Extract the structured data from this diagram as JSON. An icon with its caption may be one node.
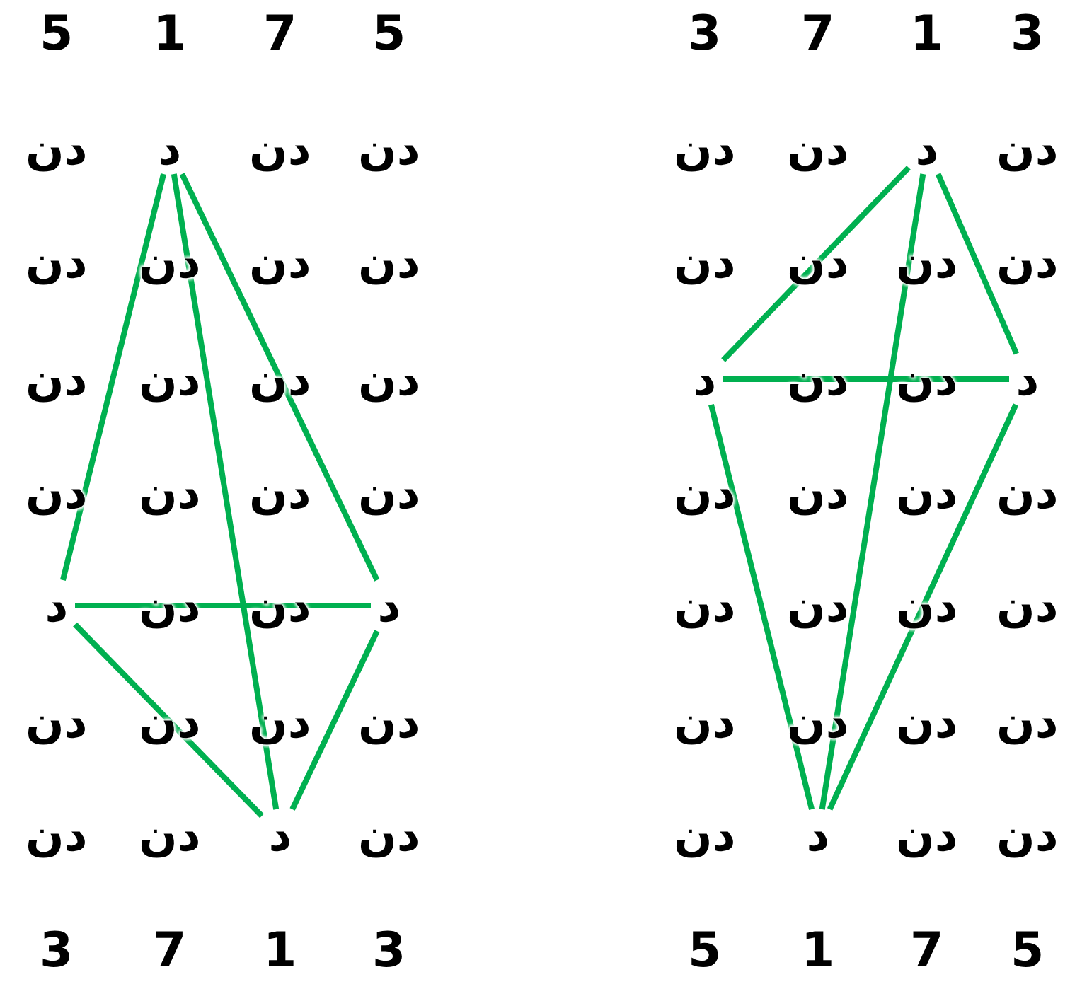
{
  "diagram": {
    "nodes": [
      {
        "text": [
          "د"
        ]
      },
      {
        "text": [
          "د"
        ]
      },
      {
        "text": [
          "د"
        ]
      },
      {
        "text": [
          "د"
        ]
      },
      {
        "text": [
          "د"
        ]
      },
      {
        "text": [
          "د"
        ]
      },
      {
        "text": [
          "د"
        ]
      },
      {
        "text": [
          "د"
        ]
      }
    ],
    "edges": [
      {
        "from": 0,
        "to": 4,
        "arrow": "none"
      },
      {
        "from": 0,
        "to": 5,
        "arrow": "none"
      },
      {
        "from": 0,
        "to": 6,
        "arrow": "none"
      },
      {
        "from": 4,
        "to": 5,
        "arrow": "none"
      },
      {
        "from": 4,
        "to": 6,
        "arrow": "none"
      },
      {
        "from": 5,
        "to": 6,
        "arrow": "none"
      },
      {
        "from": 1,
        "to": 2,
        "arrow": "none"
      },
      {
        "from": 1,
        "to": 3,
        "arrow": "none"
      },
      {
        "from": 1,
        "to": 7,
        "arrow": "none"
      },
      {
        "from": 2,
        "to": 3,
        "arrow": "none"
      },
      {
        "from": 2,
        "to": 7,
        "arrow": "none"
      },
      {
        "from": 3,
        "to": 7,
        "arrow": "none"
      }
    ],
    "labels": [
      "5",
      "1",
      "7",
      "5",
      "3",
      "7",
      "1",
      "3",
      "دن",
      "دن",
      "دن",
      "دن",
      "دن",
      "دن",
      "دن",
      "دن",
      "دن",
      "دن",
      "دن",
      "دن",
      "دن",
      "دن",
      "دن",
      "دن",
      "دن",
      "دن",
      "دن",
      "دن",
      "دن",
      "دن",
      "دن",
      "دن",
      "دن",
      "دن",
      "دن",
      "دن",
      "دن",
      "دن",
      "دن",
      "دن",
      "دن",
      "دن",
      "دن",
      "دن",
      "دن",
      "دن",
      "دن",
      "دن",
      "دن",
      "دن",
      "دن",
      "دن",
      "دن",
      "دن",
      "دن",
      "دن",
      "3",
      "7",
      "1",
      "3",
      "5",
      "1",
      "7",
      "5"
    ]
  }
}
